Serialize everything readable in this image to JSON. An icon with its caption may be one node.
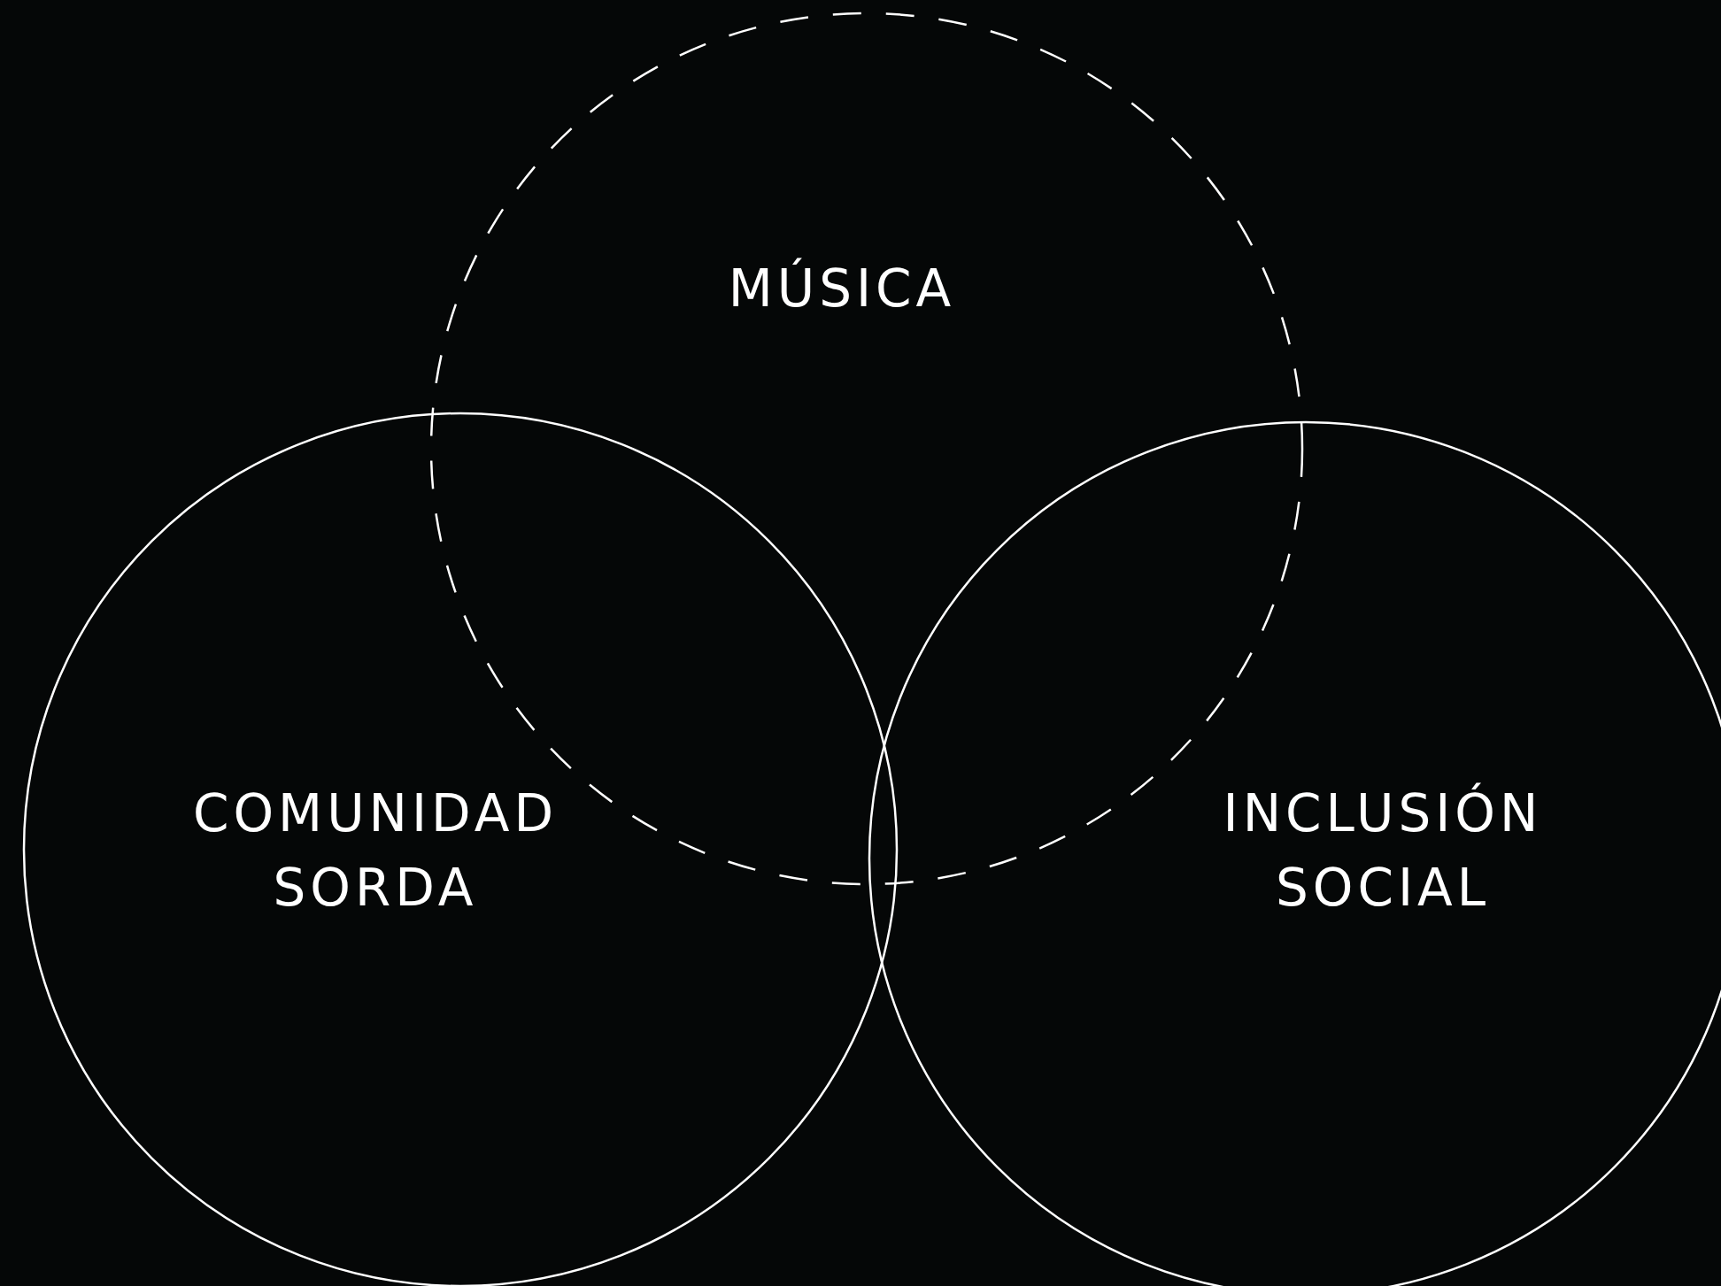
{
  "diagram": {
    "nodes": [
      {
        "text": [
          "MÚSICA"
        ]
      },
      {
        "text": [
          "COMUNIDAD SORDA"
        ]
      },
      {
        "text": [
          "INCLUSIÓN SOCIAL"
        ]
      }
    ]
  }
}
